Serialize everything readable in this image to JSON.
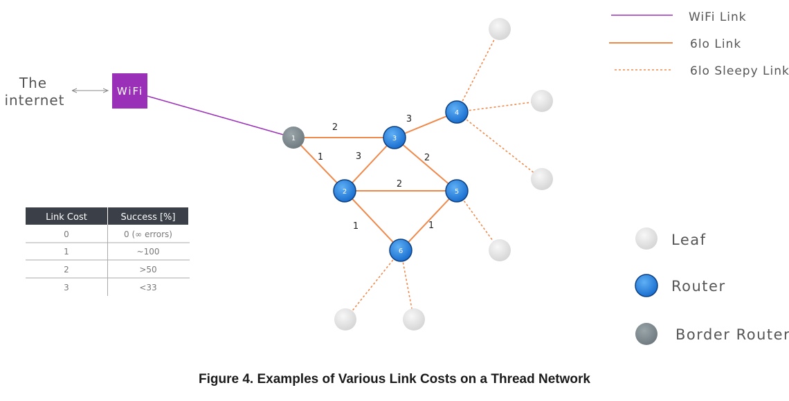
{
  "legend": {
    "links": [
      {
        "label": "WiFi Link",
        "type": "wifi"
      },
      {
        "label": "6lo Link",
        "type": "sixlo"
      },
      {
        "label": "6lo Sleepy Link",
        "type": "sleepy"
      }
    ],
    "nodes": [
      {
        "label": "Leaf",
        "type": "leaf"
      },
      {
        "label": "Router",
        "type": "router"
      },
      {
        "label": "Border Router",
        "type": "border"
      }
    ]
  },
  "internet_label": {
    "line1": "The",
    "line2": "internet"
  },
  "wifi_box_label": "WiFi",
  "nodes": [
    {
      "id": "1",
      "label": "1",
      "type": "border"
    },
    {
      "id": "2",
      "label": "2",
      "type": "router"
    },
    {
      "id": "3",
      "label": "3",
      "type": "router"
    },
    {
      "id": "4",
      "label": "4",
      "type": "router"
    },
    {
      "id": "5",
      "label": "5",
      "type": "router"
    },
    {
      "id": "6",
      "label": "6",
      "type": "router"
    }
  ],
  "links": [
    {
      "from": "1",
      "to": "3",
      "cost": "2"
    },
    {
      "from": "1",
      "to": "2",
      "cost": "1"
    },
    {
      "from": "2",
      "to": "3",
      "cost": "3"
    },
    {
      "from": "3",
      "to": "4",
      "cost": "3"
    },
    {
      "from": "3",
      "to": "5",
      "cost": "2"
    },
    {
      "from": "2",
      "to": "5",
      "cost": "2"
    },
    {
      "from": "2",
      "to": "6",
      "cost": "1"
    },
    {
      "from": "5",
      "to": "6",
      "cost": "1"
    }
  ],
  "table": {
    "headers": [
      "Link Cost",
      "Success [%]"
    ],
    "rows": [
      [
        "0",
        "0 (∞ errors)"
      ],
      [
        "1",
        "~100"
      ],
      [
        "2",
        ">50"
      ],
      [
        "3",
        "<33"
      ]
    ]
  },
  "caption": "Figure 4. Examples of Various Link Costs on a Thread Network",
  "colors": {
    "wifi": "#9b30b8",
    "sixlo": "#f0884a",
    "router": "#1f78d6",
    "border": "#7f8b90",
    "leaf": "#e4e4e4",
    "table_header": "#3a3f48"
  }
}
